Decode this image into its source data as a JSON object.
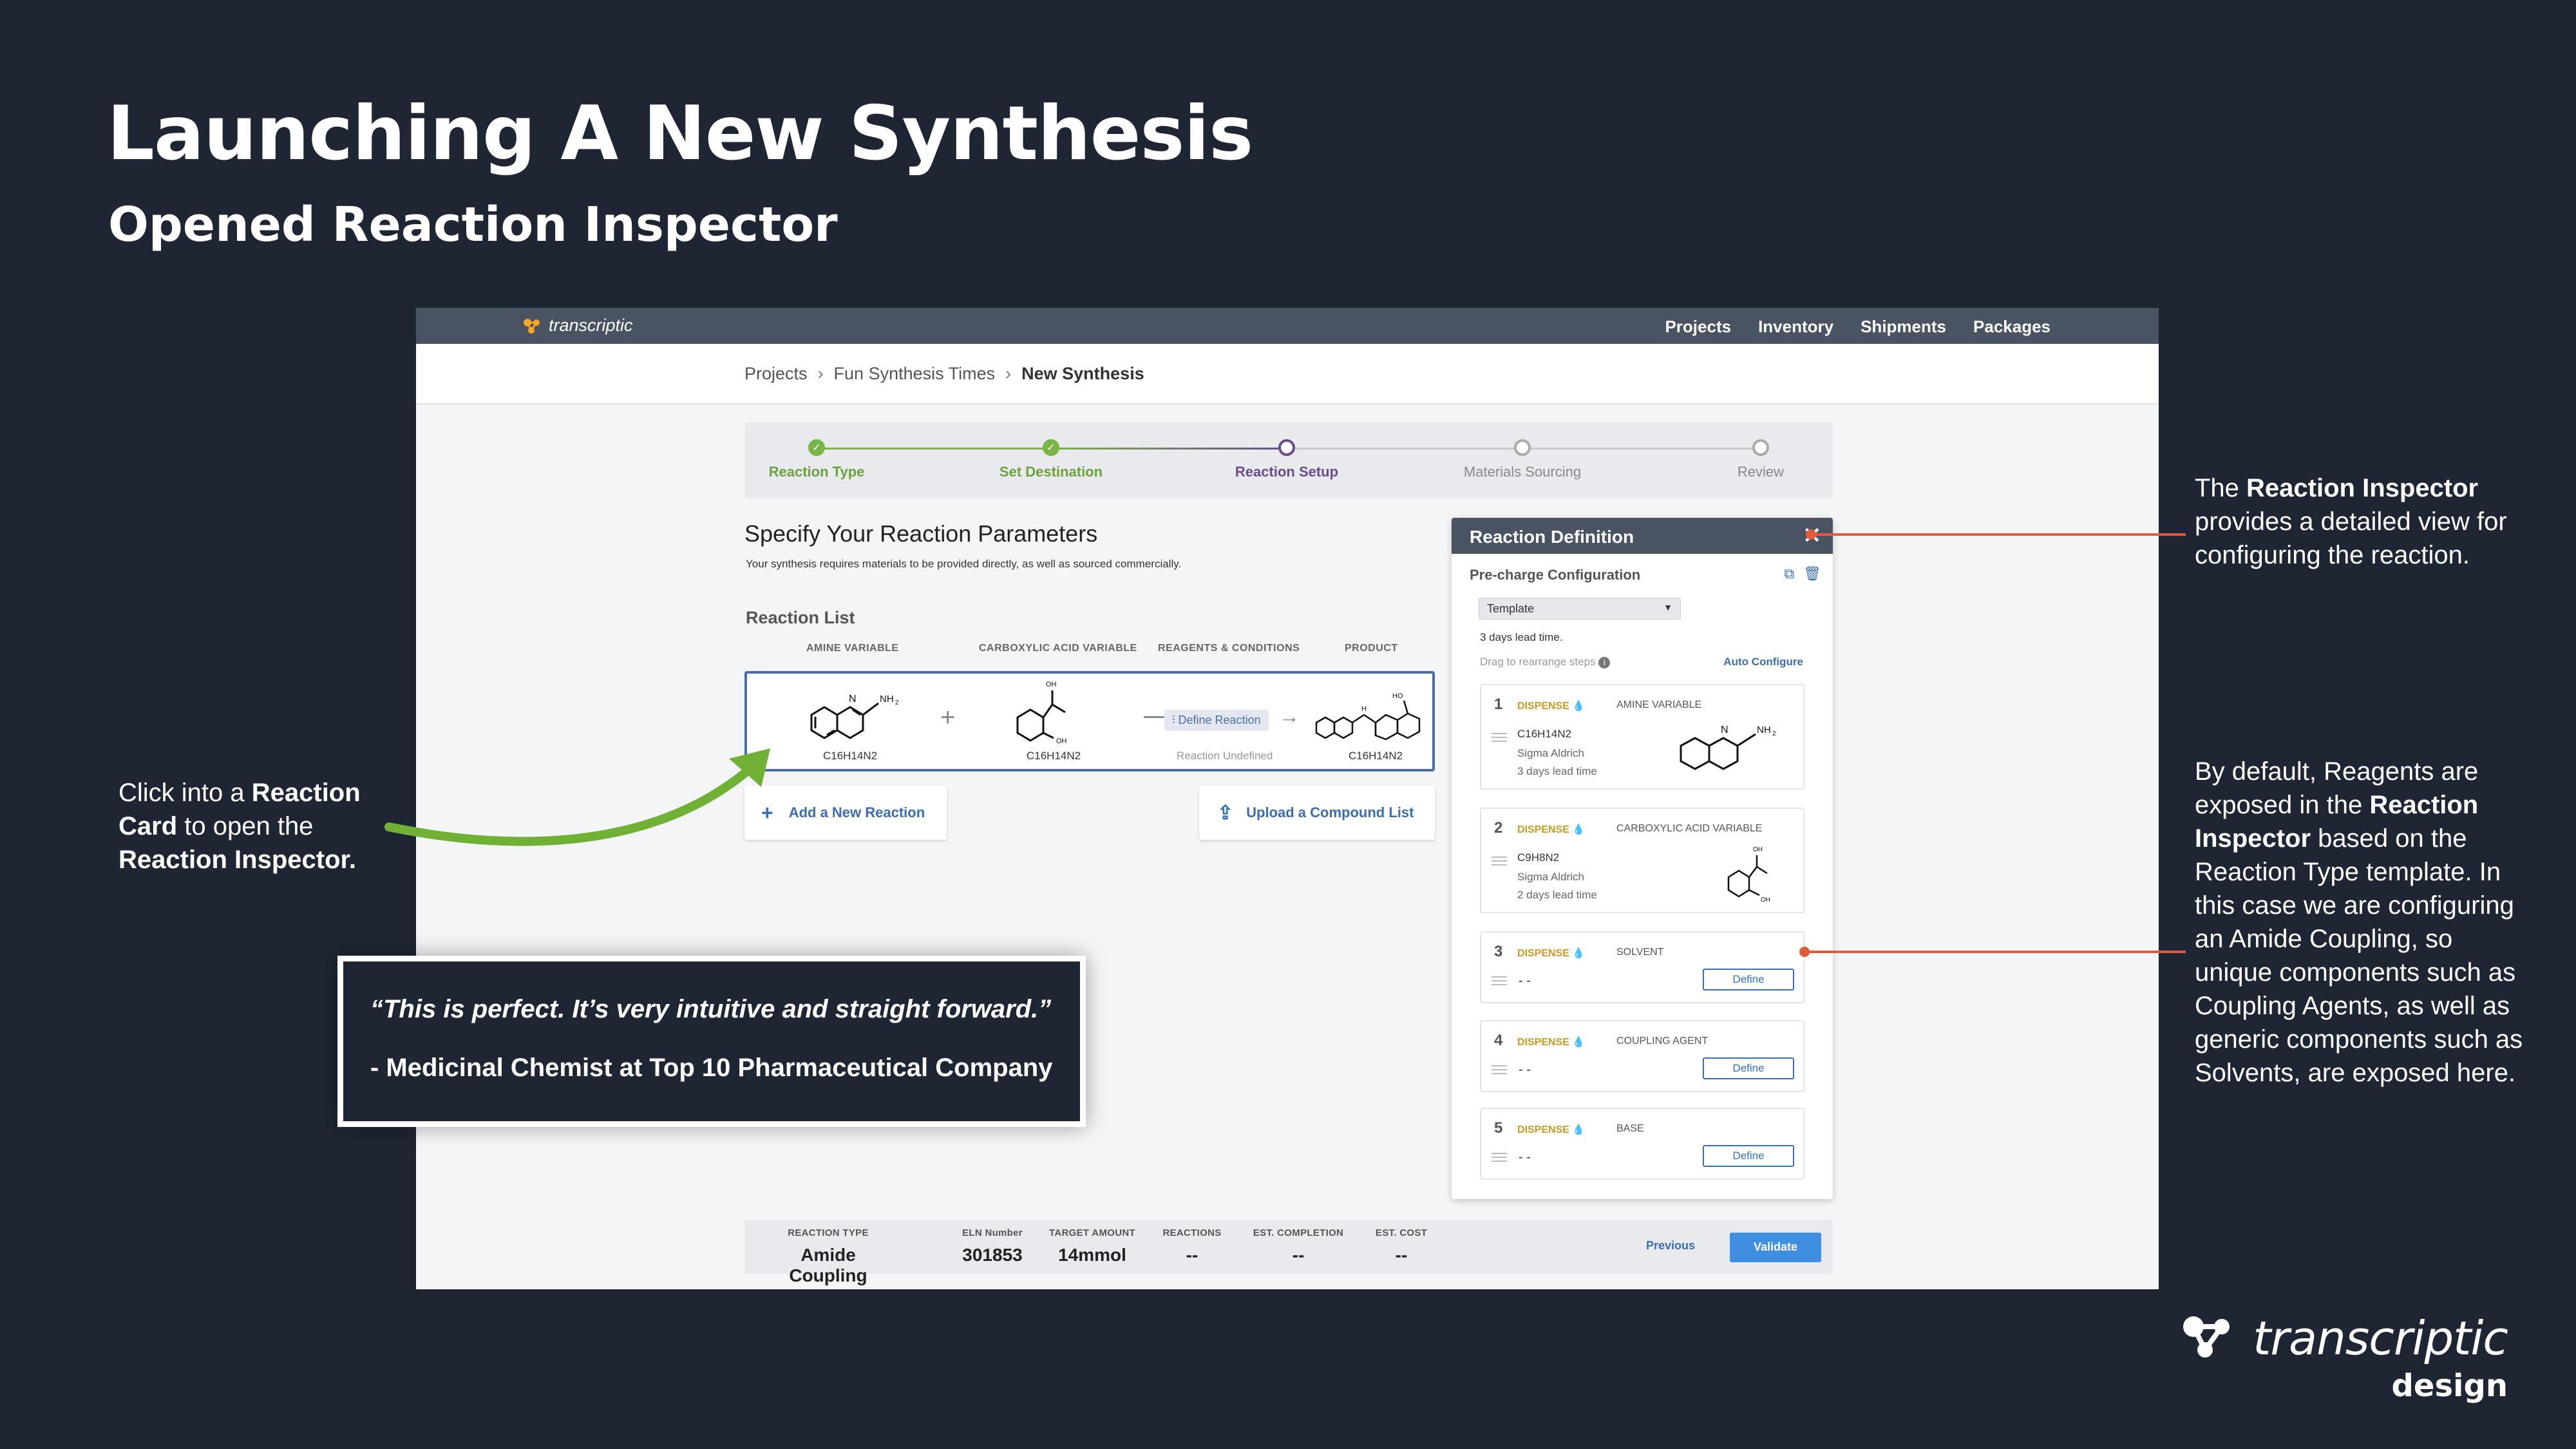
{
  "slide": {
    "title": "Launching A  New Synthesis",
    "subtitle": "Opened Reaction Inspector"
  },
  "annotations": {
    "left": {
      "p1": "Click into a ",
      "b1": "Reaction Card",
      "p2": " to open the ",
      "b2": "Reaction Inspector."
    },
    "right_top": {
      "p1": "The ",
      "b1": "Reaction Inspector",
      "p2": " provides a detailed view for configuring the reaction."
    },
    "right_bottom": {
      "p1": "By default, Reagents are exposed in the ",
      "b1": "Reaction Inspector",
      "p2": " based on the Reaction Type template. In this case we are configuring an Amide Coupling, so unique components such as Coupling Agents, as well as generic components such as Solvents, are exposed here."
    }
  },
  "quote": {
    "text": "“This is perfect. It’s very intuitive and straight forward.”",
    "author": "- Medicinal Chemist at Top 10 Pharmaceutical Company"
  },
  "brand": {
    "name": "transcriptic",
    "sub": "design"
  },
  "app": {
    "logo": "transcriptic",
    "nav": [
      "Projects",
      "Inventory",
      "Shipments",
      "Packages"
    ],
    "breadcrumb": [
      "Projects",
      "Fun Synthesis Times",
      "New Synthesis"
    ],
    "steps": [
      {
        "label": "Reaction Type",
        "state": "done"
      },
      {
        "label": "Set Destination",
        "state": "done"
      },
      {
        "label": "Reaction Setup",
        "state": "active"
      },
      {
        "label": "Materials Sourcing",
        "state": "todo"
      },
      {
        "label": "Review",
        "state": "todo"
      }
    ],
    "section_title": "Specify Your Reaction Parameters",
    "section_desc": "Your synthesis requires materials to be provided directly, as well as sourced commercially.",
    "reaction_list_title": "Reaction List",
    "columns": [
      "AMINE VARIABLE",
      "CARBOXYLIC ACID VARIABLE",
      "REAGENTS & CONDITIONS",
      "PRODUCT"
    ],
    "card": {
      "amine": "C16H14N2",
      "acid": "C16H14N2",
      "define": "Define Reaction",
      "undefined": "Reaction Undefined",
      "product": "C16H14N2",
      "nh2": "NH",
      "nh2_sub": "2",
      "n": "N",
      "oh": "OH",
      "ho": "HO",
      "h": "H"
    },
    "add_reaction": "Add a New Reaction",
    "upload": "Upload a Compound List",
    "inspector": {
      "title": "Reaction Definition",
      "close": "✕",
      "subtitle": "Pre-charge Configuration",
      "template": "Template",
      "lead": "3 days lead time.",
      "drag": "Drag to rearrange steps",
      "auto": "Auto Configure",
      "steps": [
        {
          "num": "1",
          "action": "DISPENSE",
          "component": "AMINE VARIABLE",
          "l1": "C16H14N2",
          "l2": "Sigma Aldrich",
          "l3": "3 days lead time"
        },
        {
          "num": "2",
          "action": "DISPENSE",
          "component": "CARBOXYLIC ACID VARIABLE",
          "l1": "C9H8N2",
          "l2": "Sigma Aldrich",
          "l3": "2 days lead time"
        },
        {
          "num": "3",
          "action": "DISPENSE",
          "component": "SOLVENT",
          "dash": "- -",
          "btn": "Define"
        },
        {
          "num": "4",
          "action": "DISPENSE",
          "component": "COUPLING AGENT",
          "dash": "- -",
          "btn": "Define"
        },
        {
          "num": "5",
          "action": "DISPENSE",
          "component": "BASE",
          "dash": "- -",
          "btn": "Define"
        }
      ]
    },
    "summary": {
      "cols": [
        {
          "head": "REACTION TYPE",
          "val": "Amide Coupling"
        },
        {
          "head": "ELN Number",
          "val": "301853"
        },
        {
          "head": "TARGET AMOUNT",
          "val": "14mmol"
        },
        {
          "head": "REACTIONS",
          "val": "--"
        },
        {
          "head": "EST. COMPLETION",
          "val": "--"
        },
        {
          "head": "EST. COST",
          "val": "--"
        }
      ],
      "previous": "Previous",
      "validate": "Validate"
    }
  },
  "colors": {
    "background": "#1e2533",
    "accent_green": "#6fb035",
    "callout_red": "#e05a3c",
    "link_blue": "#3a6db3"
  }
}
